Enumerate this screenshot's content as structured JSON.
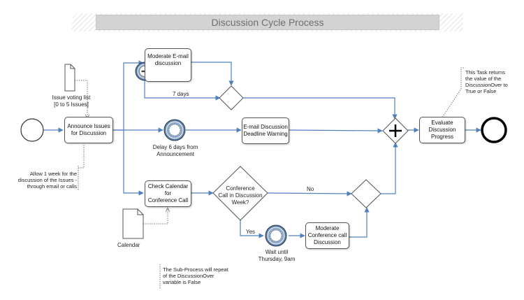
{
  "title": "Discussion Cycle Process",
  "doc_issue": {
    "label": "Issue voting list\n[0 to 5 Issues]"
  },
  "doc_calendar": {
    "label": "Calendar"
  },
  "tasks": {
    "announce": "Announce Issues\nfor Discussion",
    "moderate_email": "Moderate E-mail\ndiscussion",
    "email_warning": "E-mail Discussion\nDeadline Warning",
    "check_calendar": "Check Calendar for\nConference Call",
    "moderate_conf": "Moderate\nConference call\nDiscussion",
    "evaluate": "Evaluate\nDiscussion\nProgress"
  },
  "gateways": {
    "conference": "Conference\nCall in Discussion\nWeek?"
  },
  "events": {
    "delay": "Delay 6 days from\nAnnouncement",
    "wait": "Wait until\nThursday, 9am"
  },
  "flow_labels": {
    "seven_days": "7 days",
    "no": "No",
    "yes": "Yes"
  },
  "annotations": {
    "allow_week": "Allow 1 week for the\ndiscussion of the Issues -\nthrough email or calls",
    "task_returns": "This Task returns\nthe value of the\nDiscussionOver to\nTrue or False",
    "subprocess": "The Sub-Process will repeat\nof the DiscussionOver\nvariable is False"
  },
  "colors": {
    "flow": "#4f81bd",
    "timer_fill": "#8eaacb",
    "timer_dark": "#5f7fa6",
    "title_bg": "#d3d3d3",
    "title_text": "#6f6f6f"
  }
}
